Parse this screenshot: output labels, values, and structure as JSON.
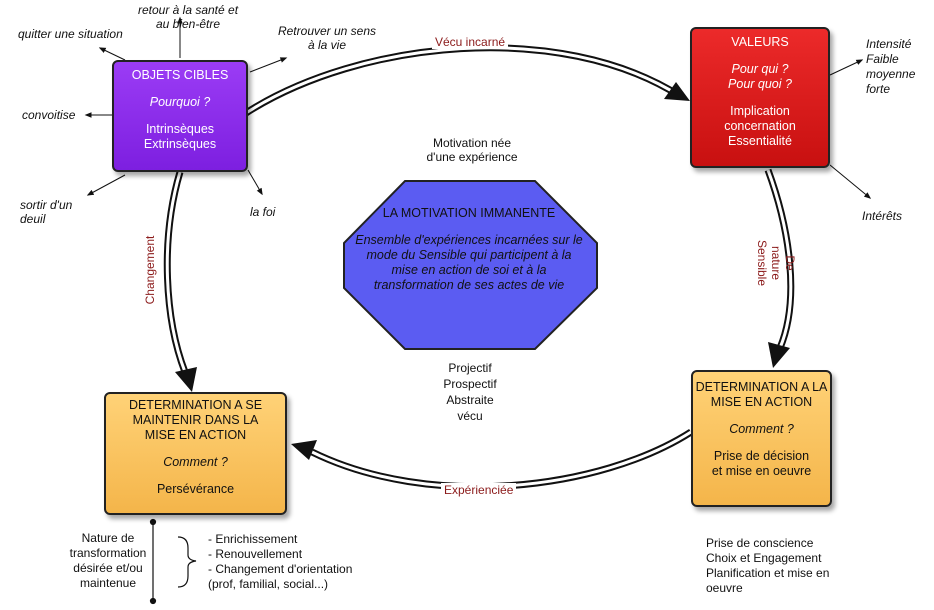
{
  "center": {
    "title": "LA MOTIVATION IMMANENTE",
    "description": "Ensemble d'expériences incarnées sur le mode du Sensible qui participent à la mise en action de soi et à la transformation de ses actes de vie",
    "note_top": [
      "Motivation née",
      "d'une expérience"
    ],
    "note_bottom": [
      "Projectif",
      "Prospectif",
      "Abstraite",
      "vécu"
    ]
  },
  "objets": {
    "title": "OBJETS CIBLES",
    "question": "Pourquoi ?",
    "items": [
      "Intrinsèques",
      "Extrinsèques"
    ],
    "satellites": {
      "situation": "quitter une situation",
      "sante": [
        "retour à la santé et",
        "au bien-être"
      ],
      "sens": [
        "Retrouver un sens",
        "à la vie"
      ],
      "convoitise": "convoitise",
      "deuil": [
        "sortir d'un",
        "deuil"
      ],
      "foi": "la foi"
    }
  },
  "valeurs": {
    "title": "VALEURS",
    "questions": [
      "Pour qui ?",
      "Pour quoi ?"
    ],
    "items": [
      "Implication",
      "concernation",
      "Essentialité"
    ],
    "intensity": [
      "Intensité",
      "Faible",
      "moyenne",
      "forte"
    ],
    "interets": "Intérêts"
  },
  "mise": {
    "title": [
      "DETERMINATION A LA",
      "MISE EN ACTION"
    ],
    "question": "Comment ?",
    "items": [
      "Prise de décision",
      "et mise en oeuvre"
    ],
    "below": [
      "Prise de conscience",
      "Choix et Engagement",
      "Planification et mise en",
      "oeuvre"
    ]
  },
  "maintenir": {
    "title": [
      "DETERMINATION A SE",
      "MAINTENIR DANS LA",
      "MISE EN ACTION"
    ],
    "question": "Comment ?",
    "item": "Persévérance",
    "nature": [
      "Nature de",
      "transformation",
      "désirée et/ou",
      "maintenue"
    ],
    "list": [
      "- Enrichissement",
      "- Renouvellement",
      "- Changement d'orientation",
      "(prof, familial, social...)"
    ]
  },
  "arrows": {
    "vecu": "Vécu incarné",
    "nature": [
      "De",
      "nature",
      "Sensible"
    ],
    "experienciee": "Expérienciée",
    "changement": "Changement"
  },
  "colors": {
    "objets": "#8a2be2",
    "valeurs": "#d61a1a",
    "determination": "#f7bf5c",
    "octagon": "#5b5cf2",
    "arrow_label": "#8b1a1a"
  }
}
